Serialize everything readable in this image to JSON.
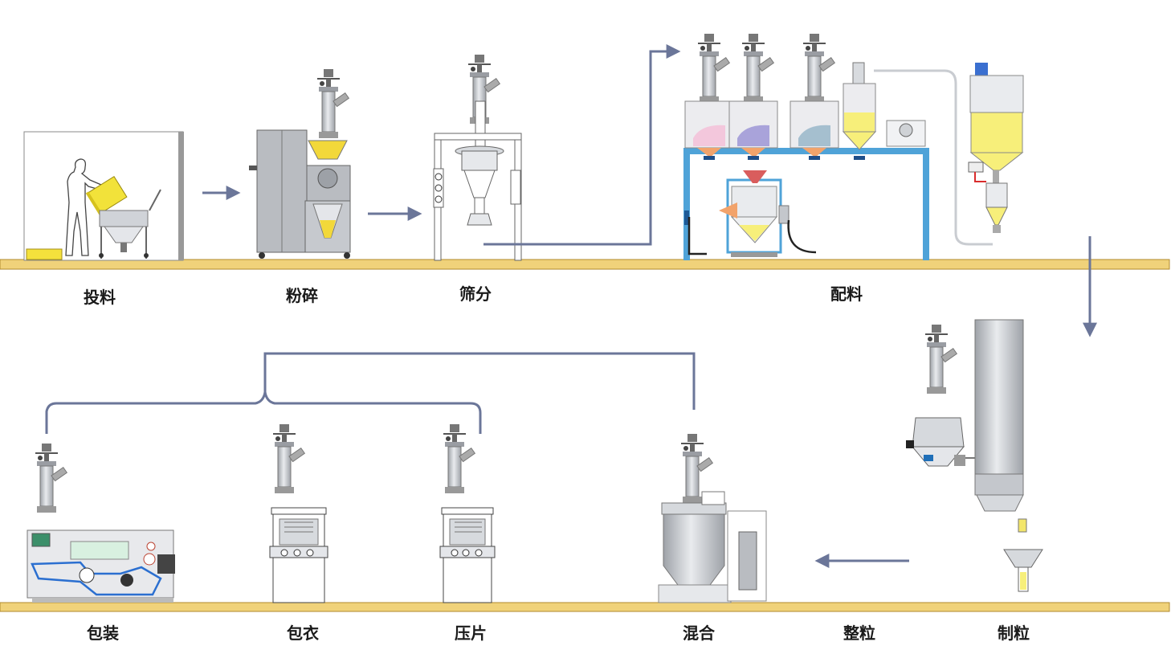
{
  "steps": {
    "feeding": "投料",
    "milling": "粉碎",
    "sieving": "筛分",
    "batching": "配料",
    "granulating": "制粒",
    "sizing": "整粒",
    "mixing": "混合",
    "tableting": "压片",
    "coating": "包衣",
    "packaging": "包装"
  },
  "colors": {
    "floor_fill": "#f0d27a",
    "floor_stroke": "#b08a2e",
    "arrow": "#6b7699",
    "frame_blue": "#4fa3d8",
    "powder_yellow": "#f7ef7a",
    "powder_pink": "#f3c7dc",
    "powder_purple": "#a9a3da",
    "powder_teal": "#a5bfcf",
    "steel": "#c9ccd1",
    "steel_dark": "#8d9198"
  }
}
